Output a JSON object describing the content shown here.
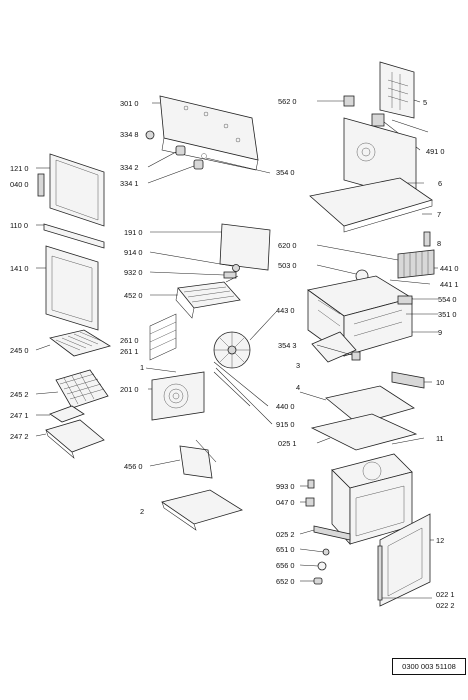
{
  "ref_code": "0300 003 51108",
  "labels": {
    "p3010": "301 0",
    "p3348": "334 8",
    "p3342": "334 2",
    "p3341": "334 1",
    "p3540": "354 0",
    "p5620": "562 0",
    "p5": "5",
    "p4910": "491 0",
    "p6": "6",
    "p7": "7",
    "p8": "8",
    "p1210": "121 0",
    "p0400": "040 0",
    "p1100": "110 0",
    "p1410": "141 0",
    "p1910": "191 0",
    "p9140": "914 0",
    "p9320": "932 0",
    "p4520": "452 0",
    "p6200": "620 0",
    "p5030": "503 0",
    "p4410": "441 0",
    "p4411": "441 1",
    "p5540": "554 0",
    "p3510": "351 0",
    "p9": "9",
    "p4430": "443 0",
    "p2610": "261 0",
    "p2611": "261 1",
    "p1": "1",
    "p2010": "201 0",
    "p2450": "245 0",
    "p2452": "245 2",
    "p2471": "247 1",
    "p2472": "247 2",
    "p3543": "354 3",
    "p3": "3",
    "p4": "4",
    "p10": "10",
    "p4400": "440 0",
    "p9150": "915 0",
    "p0251": "025 1",
    "p11": "11",
    "p4560": "456 0",
    "p2": "2",
    "p9930": "993 0",
    "p0470": "047 0",
    "p0252": "025 2",
    "p6510": "651 0",
    "p6560": "656 0",
    "p6520": "652 0",
    "p12": "12",
    "p0221": "022 1",
    "p0222": "022 2"
  }
}
